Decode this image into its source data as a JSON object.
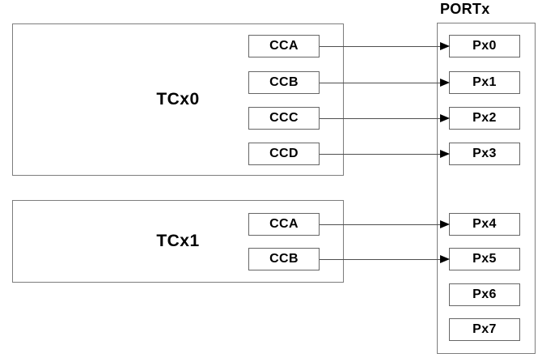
{
  "port": {
    "title": "PORTx",
    "pins": [
      "Px0",
      "Px1",
      "Px2",
      "Px3",
      "Px4",
      "Px5",
      "Px6",
      "Px7"
    ]
  },
  "blocks": [
    {
      "label": "TCx0",
      "channels": [
        "CCA",
        "CCB",
        "CCC",
        "CCD"
      ]
    },
    {
      "label": "TCx1",
      "channels": [
        "CCA",
        "CCB"
      ]
    }
  ],
  "connections": [
    {
      "from": "TCx0 CCA",
      "to": "Px0"
    },
    {
      "from": "TCx0 CCB",
      "to": "Px1"
    },
    {
      "from": "TCx0 CCC",
      "to": "Px2"
    },
    {
      "from": "TCx0 CCD",
      "to": "Px3"
    },
    {
      "from": "TCx1 CCA",
      "to": "Px4"
    },
    {
      "from": "TCx1 CCB",
      "to": "Px5"
    }
  ],
  "colors": {
    "background": "#ffffff",
    "text": "#000000",
    "outer_border": "#7d7d7d",
    "inner_border": "#666666",
    "line": "#4f4f4f",
    "arrowhead": "#000000"
  }
}
